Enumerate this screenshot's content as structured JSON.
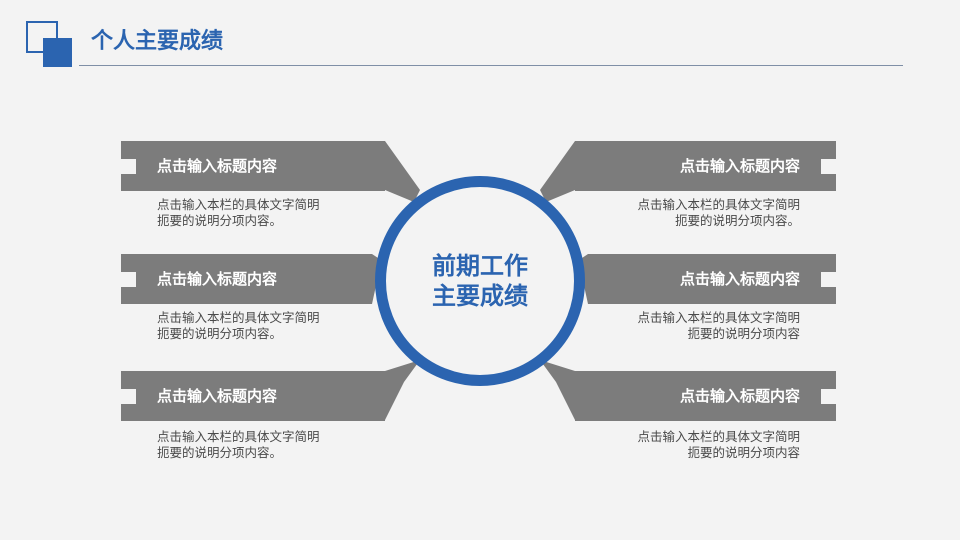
{
  "header": {
    "title": "个人主要成绩"
  },
  "center": {
    "line1": "前期工作",
    "line2": "主要成绩"
  },
  "items": [
    {
      "title": "点击输入标题内容",
      "desc1": "点击输入本栏的具体文字简明",
      "desc2": "扼要的说明分项内容。"
    },
    {
      "title": "点击输入标题内容",
      "desc1": "点击输入本栏的具体文字简明",
      "desc2": "扼要的说明分项内容。"
    },
    {
      "title": "点击输入标题内容",
      "desc1": "点击输入本栏的具体文字简明",
      "desc2": "扼要的说明分项内容。"
    },
    {
      "title": "点击输入标题内容",
      "desc1": "点击输入本栏的具体文字简明",
      "desc2": "扼要的说明分项内容。"
    },
    {
      "title": "点击输入标题内容",
      "desc1": "点击输入本栏的具体文字简明",
      "desc2": "扼要的说明分项内容"
    },
    {
      "title": "点击输入标题内容",
      "desc1": "点击输入本栏的具体文字简明",
      "desc2": "扼要的说明分项内容"
    }
  ],
  "colors": {
    "accent": "#2b64b0",
    "bar": "#7c7c7c",
    "background": "#f3f3f3"
  }
}
